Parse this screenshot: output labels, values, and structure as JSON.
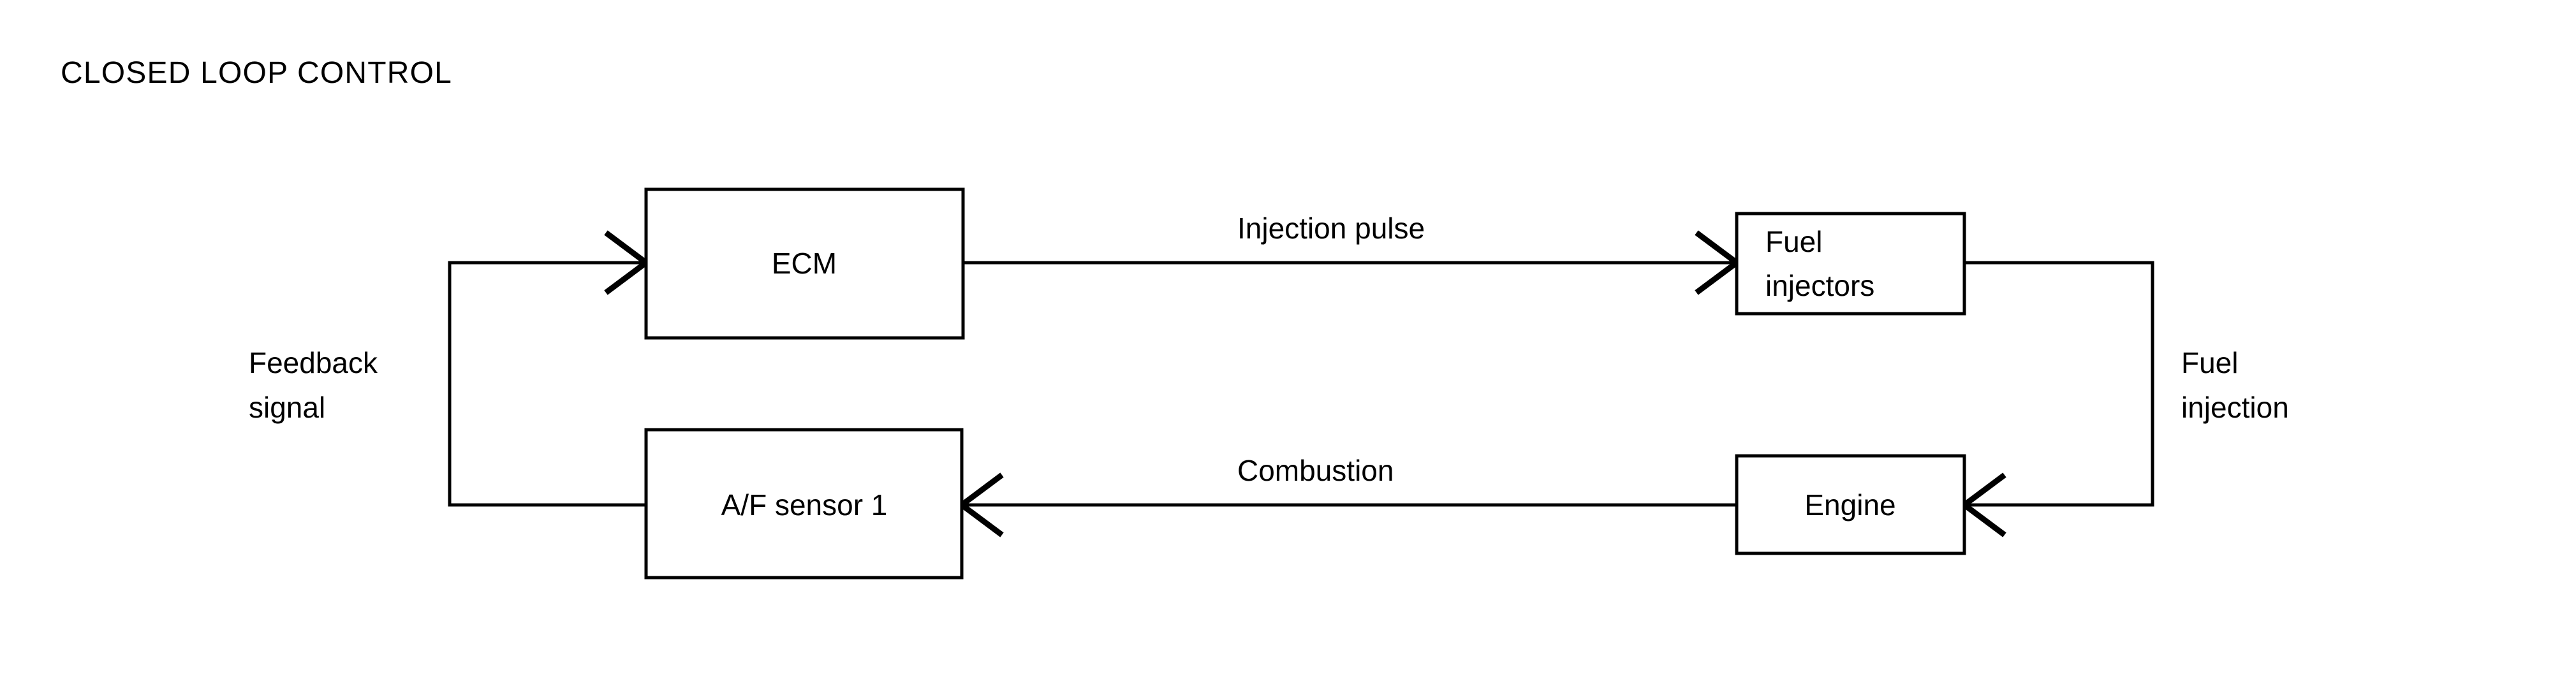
{
  "page": {
    "title": "CLOSED LOOP CONTROL",
    "background_color": "#ffffff",
    "stroke_color": "#000000"
  },
  "diagram": {
    "type": "block-flow-loop",
    "nodes": [
      {
        "id": "ecm",
        "label": "ECM"
      },
      {
        "id": "fuel-injectors",
        "label_line1": "Fuel",
        "label_line2": "injectors"
      },
      {
        "id": "engine",
        "label": "Engine"
      },
      {
        "id": "af-sensor",
        "label": "A/F sensor 1"
      }
    ],
    "edges": [
      {
        "id": "ecm-to-injectors",
        "label": "Injection pulse",
        "from": "ecm",
        "to": "fuel-injectors"
      },
      {
        "id": "injectors-to-engine",
        "label_line1": "Fuel",
        "label_line2": "injection",
        "from": "fuel-injectors",
        "to": "engine"
      },
      {
        "id": "engine-to-sensor",
        "label": "Combustion",
        "from": "engine",
        "to": "af-sensor"
      },
      {
        "id": "sensor-to-ecm",
        "label_line1": "Feedback",
        "label_line2": "signal",
        "from": "af-sensor",
        "to": "ecm"
      }
    ]
  }
}
